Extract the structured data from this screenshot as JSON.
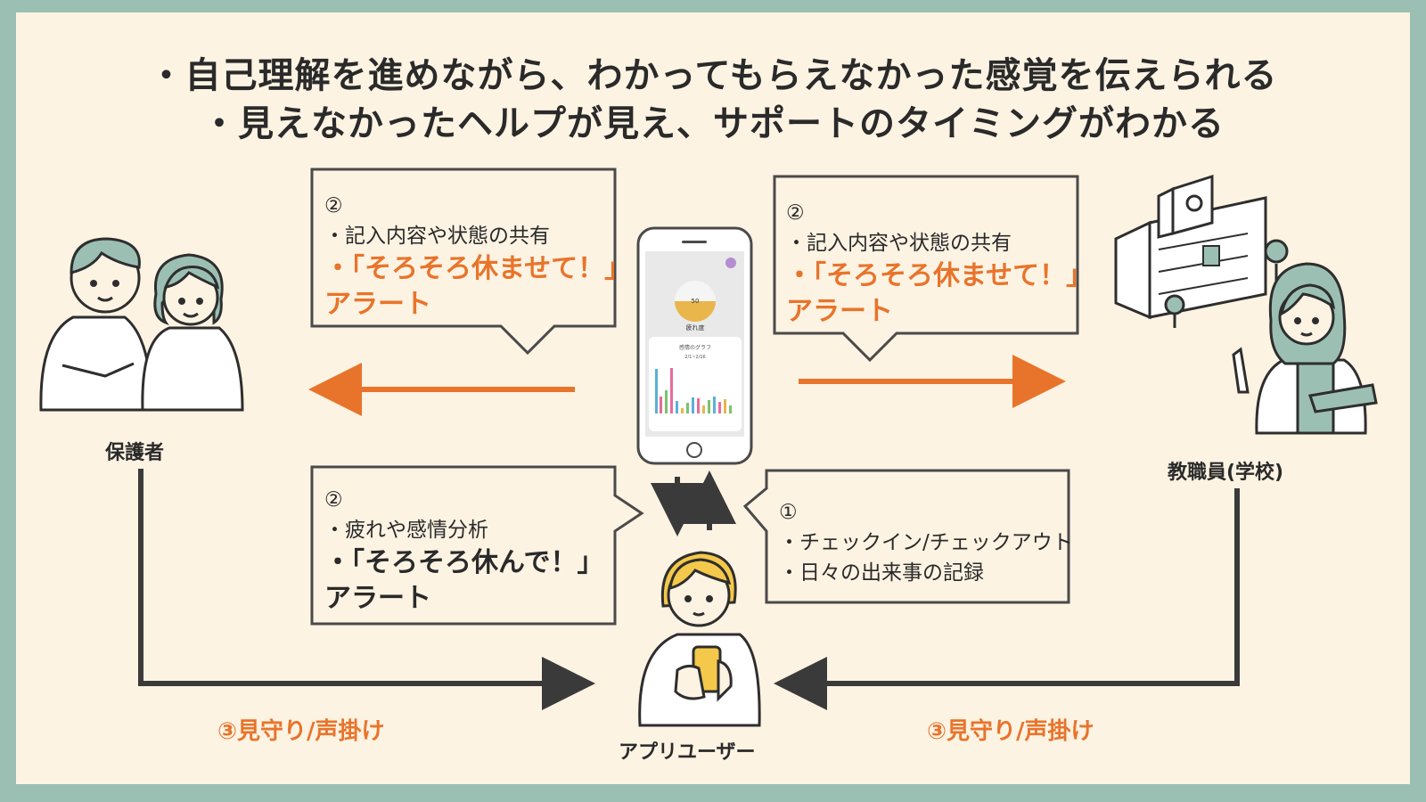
{
  "titles": {
    "line1": "・自己理解を進めながら、わかってもらえなかった感覚を伝えられる",
    "line2": "・見えなかったヘルプが見え、サポートのタイミングがわかる"
  },
  "callouts": {
    "guardian_share": {
      "num": "②",
      "line1": "・記入内容や状態の共有",
      "alert": "・「そろそろ休ませて！」",
      "alert2": "アラート"
    },
    "staff_share": {
      "num": "②",
      "line1": "・記入内容や状態の共有",
      "alert": "・「そろそろ休ませて！」",
      "alert2": "アラート"
    },
    "analysis": {
      "num": "②",
      "line1": "・疲れや感情分析",
      "alert": "・「そろそろ休んで！」",
      "alert2": "アラート"
    },
    "checkin": {
      "num": "①",
      "line1": "・チェックイン/チェックアウト",
      "line2": "・日々の出来事の記録"
    }
  },
  "actors": {
    "guardian": "保護者",
    "staff": "教職員(学校)",
    "user": "アプリユーザー"
  },
  "watch_labels": {
    "left": "③見守り/声掛け",
    "right": "③見守り/声掛け"
  },
  "phone": {
    "fatigue_value": "50",
    "fatigue_label": "疲れ度",
    "graph_title": "感情のグラフ",
    "graph_range": "2/1~2/16"
  },
  "colors": {
    "background_frame": "#9cbfb3",
    "canvas": "#fdf3e3",
    "accent_orange": "#e8742b",
    "callout_fill": "#fdf3e3",
    "stroke": "#4a4a4a"
  }
}
